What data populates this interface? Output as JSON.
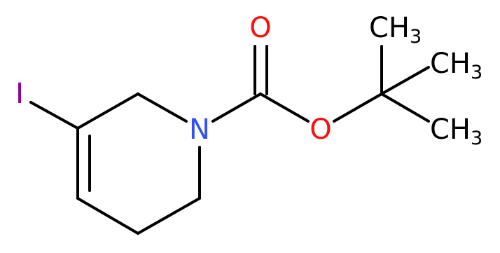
{
  "molecule": {
    "atoms": [
      {
        "id": "iodine",
        "symbol": "I",
        "color": "#940094"
      },
      {
        "id": "nitrogen",
        "symbol": "N",
        "color": "#3050F8"
      },
      {
        "id": "carbonyl-oxygen",
        "symbol": "O",
        "color": "#FF0D0D"
      },
      {
        "id": "ester-oxygen",
        "symbol": "O",
        "color": "#FF0D0D"
      },
      {
        "id": "methyl-top",
        "main": "CH",
        "sub": "3",
        "color": "#000000"
      },
      {
        "id": "methyl-middle",
        "main": "CH",
        "sub": "3",
        "color": "#000000"
      },
      {
        "id": "methyl-bottom",
        "main": "CH",
        "sub": "3",
        "color": "#000000"
      }
    ],
    "bond_color": "#000000"
  }
}
